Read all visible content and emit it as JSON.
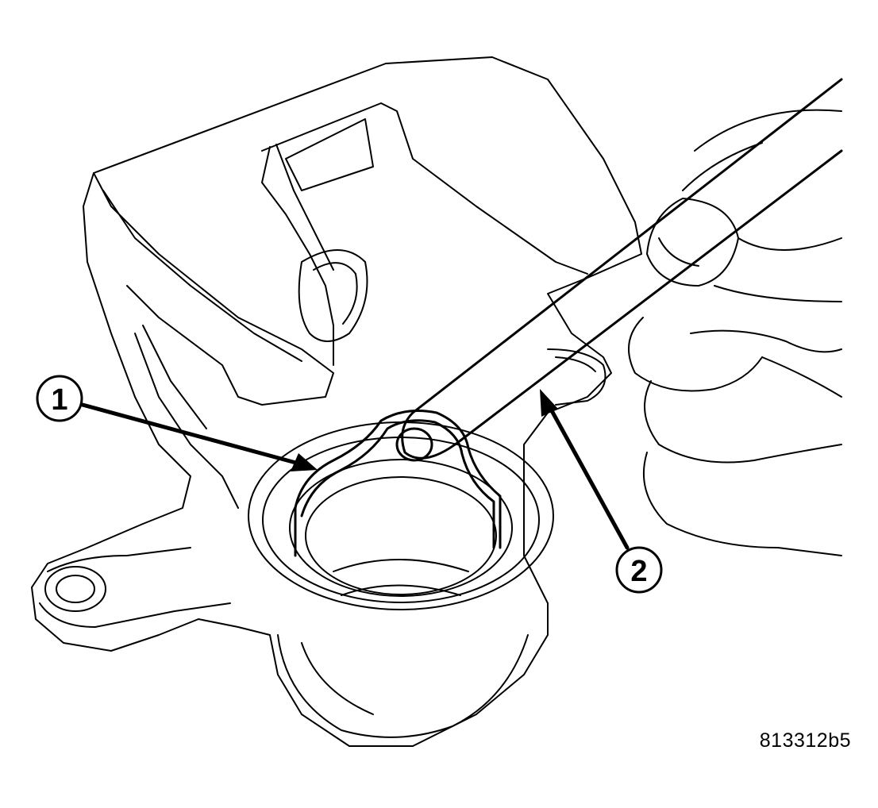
{
  "diagram": {
    "callouts": [
      {
        "label": "1"
      },
      {
        "label": "2"
      }
    ],
    "figure_id": "813312b5"
  },
  "colors": {
    "line": "#000000",
    "fill": "#ffffff"
  }
}
